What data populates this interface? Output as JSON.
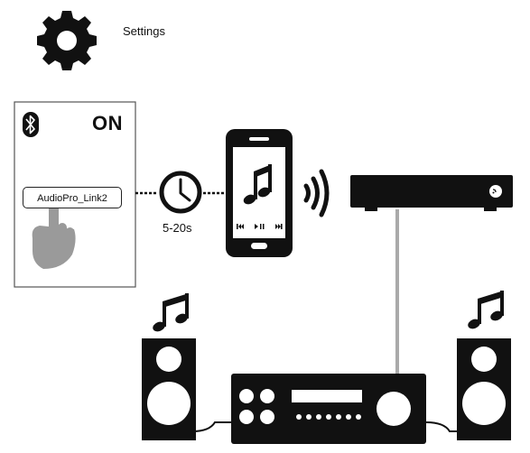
{
  "settings": {
    "label": "Settings",
    "icon": "gear-icon"
  },
  "bluetooth_panel": {
    "icon": "bluetooth-icon",
    "status": "ON",
    "device_name": "AudioPro_Link2",
    "pointer": "hand-pointer-icon"
  },
  "timer": {
    "icon": "clock-icon",
    "label": "5-20s"
  },
  "phone": {
    "icons": [
      "music-note-icon",
      "prev-icon",
      "play-pause-icon",
      "next-icon"
    ]
  },
  "colors": {
    "ink": "#111111",
    "hand": "#9a9a9a",
    "cable": "#aaaaaa"
  }
}
